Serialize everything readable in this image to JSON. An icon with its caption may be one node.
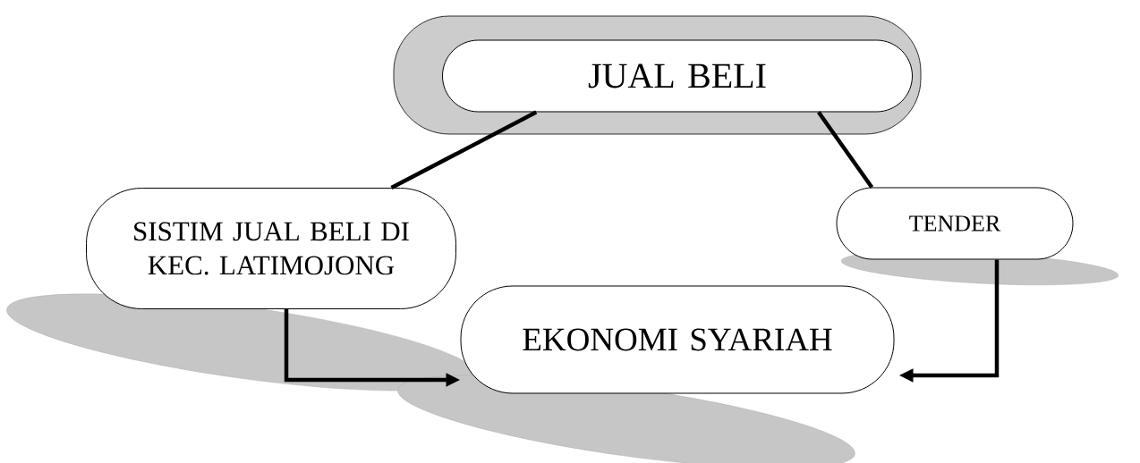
{
  "diagram": {
    "nodes": [
      {
        "text": [
          "JUAL BELI"
        ]
      },
      {
        "text": [
          "SISTIM JUAL BELI DI KEC. LATIMOJONG"
        ]
      },
      {
        "text": [
          "TENDER"
        ]
      },
      {
        "text": [
          "EKONOMI SYARIAH"
        ]
      }
    ],
    "edges": [
      {
        "from": 1,
        "to": 0,
        "arrow": "none"
      },
      {
        "from": 0,
        "to": 2,
        "arrow": "none"
      },
      {
        "from": 1,
        "to": 3,
        "arrow": "to"
      },
      {
        "from": 2,
        "to": 3,
        "arrow": "to"
      }
    ]
  }
}
